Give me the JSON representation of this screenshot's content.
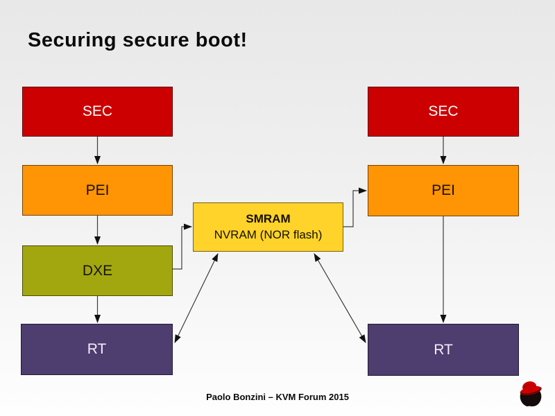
{
  "slide": {
    "title": "Securing secure boot!",
    "footer": "Paolo Bonzini – KVM Forum 2015"
  },
  "boxes": {
    "left_sec": "SEC",
    "left_pei": "PEI",
    "left_dxe": "DXE",
    "left_rt": "RT",
    "right_sec": "SEC",
    "right_pei": "PEI",
    "right_rt": "RT",
    "center_title": "SMRAM",
    "center_subtitle": "NVRAM (NOR flash)"
  },
  "icons": {
    "logo": "redhat-shadowman-logo"
  },
  "colors": {
    "sec_fill": "#cc0000",
    "pei_fill": "#ff9405",
    "dxe_fill": "#a3a70f",
    "rt_fill": "#4e3d6f",
    "smram_fill": "#ffd32a",
    "background_top": "#e8e8e8",
    "background_bottom": "#fefefe",
    "arrow": "#3c3c3c",
    "logo_red": "#cc0000",
    "logo_black": "#150b0b"
  }
}
